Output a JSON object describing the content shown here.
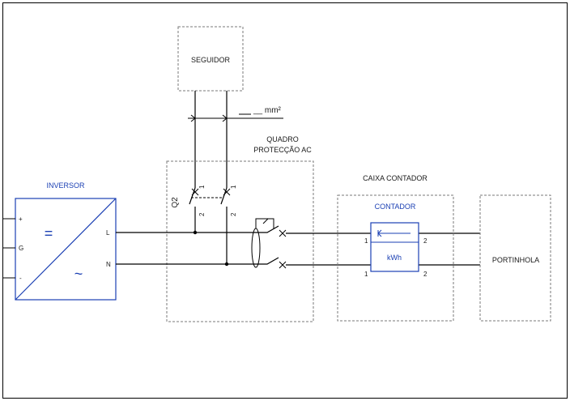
{
  "labels": {
    "seguidor": "SEGUIDOR",
    "cable_section": "__ mm²",
    "quadro_line1": "QUADRO",
    "quadro_line2": "PROTECÇÃO AC",
    "caixa_contador": "CAIXA CONTADOR",
    "contador": "CONTADOR",
    "kwh": "kWh",
    "portinhola": "PORTINHOLA",
    "inversor": "INVERSOR",
    "inv_plus": "+",
    "inv_g": "G",
    "inv_minus": "-",
    "inv_L": "L",
    "inv_N": "N",
    "dc_symbol": "=",
    "ac_symbol": "~",
    "q2": "Q2",
    "q2_term_1a": "1",
    "q2_term_1b": "1",
    "q2_term_2a": "2",
    "q2_term_2b": "2",
    "meter_term_1a": "1",
    "meter_term_1b": "1",
    "meter_term_2a": "2",
    "meter_term_2b": "2"
  },
  "colors": {
    "line": "#000000",
    "dashed_box": "#7a7a7a",
    "accent_blue": "#1a3fb3"
  }
}
